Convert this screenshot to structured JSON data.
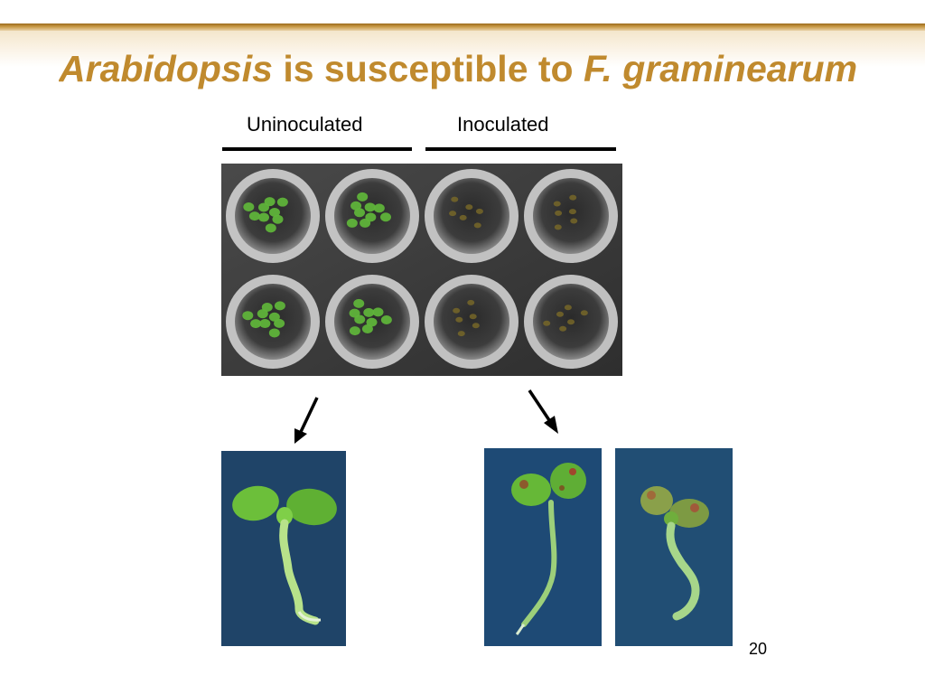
{
  "slide": {
    "title_italic_1": "Arabidopsis",
    "title_plain": " is susceptible to ",
    "title_italic_2": "F. graminearum",
    "page_number": "20"
  },
  "labels": {
    "uninoculated": "Uninoculated",
    "inoculated": "Inoculated"
  },
  "colors": {
    "title": "#c08a2e",
    "header_rule": "#9a6a1c",
    "photo_background": "#23466a",
    "healthy_tissue": "#5fb33a",
    "infected_tissue": "#7a6a28"
  },
  "images": {
    "well_plate": "well-plate-photo",
    "uninoculated_seedling": "healthy-seedling-photo",
    "inoculated_seedling_1": "infected-seedling-photo",
    "inoculated_seedling_2": "infected-seedling-photo"
  }
}
